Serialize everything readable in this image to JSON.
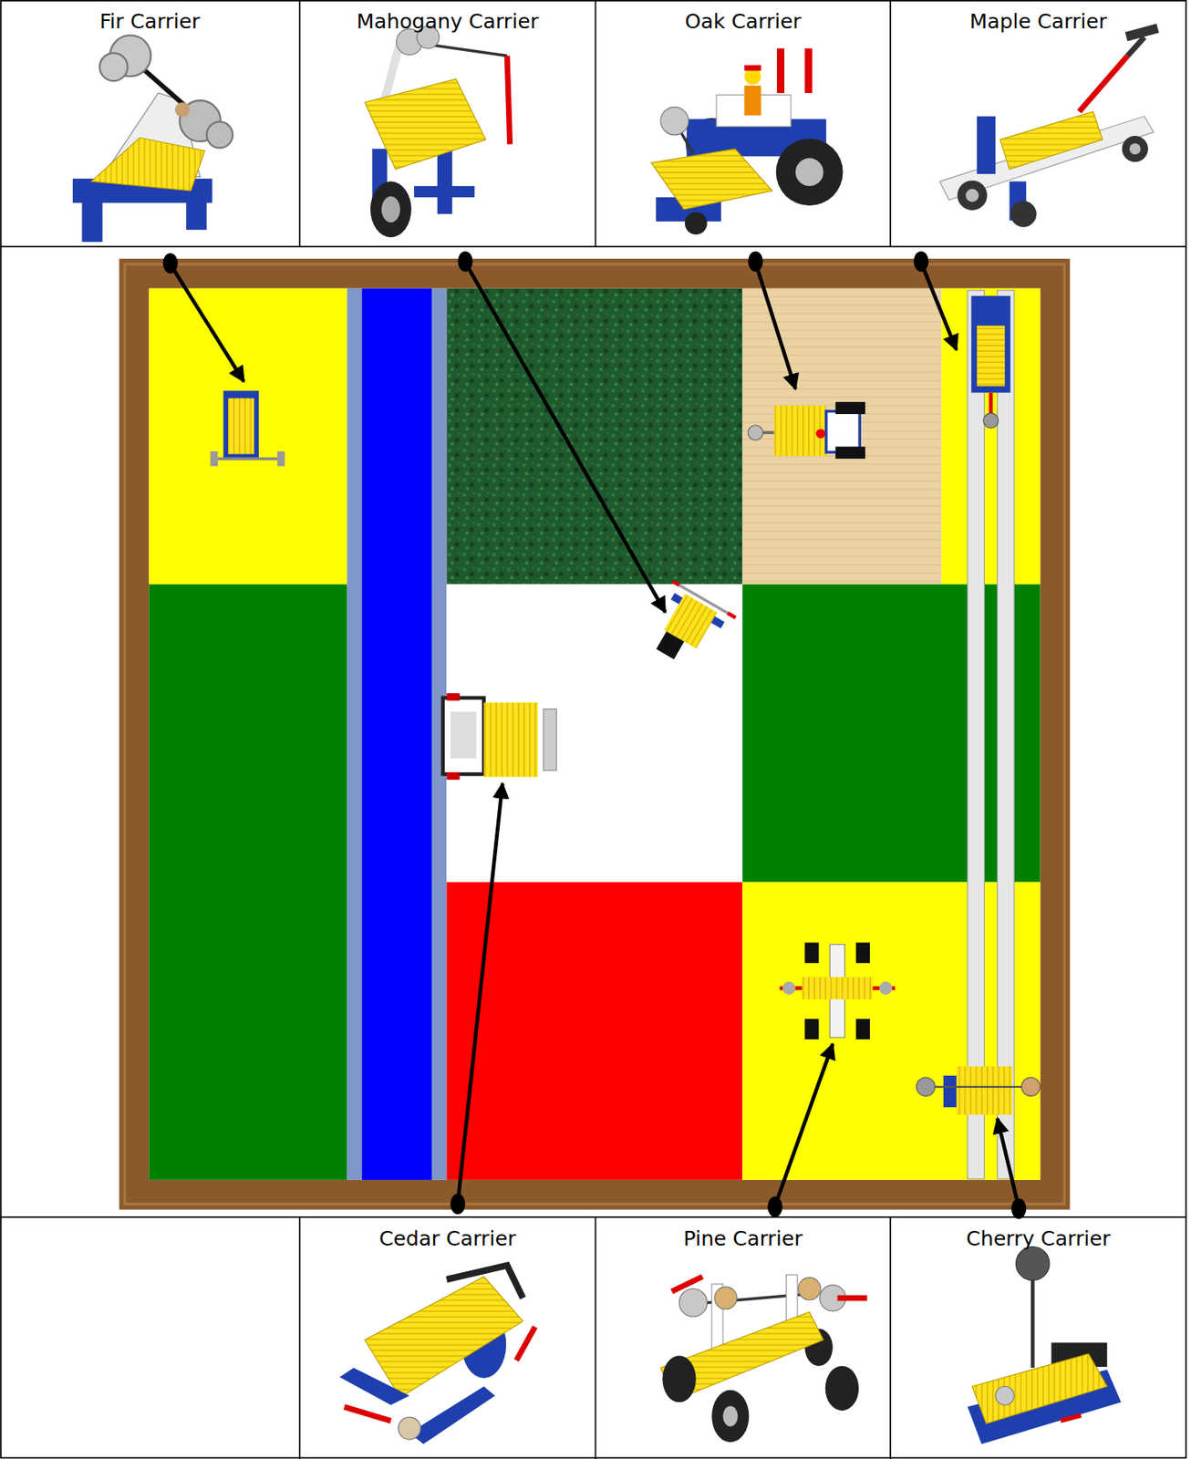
{
  "diagram": {
    "nodes": [
      {
        "text": [
          "Fir Carrier"
        ]
      },
      {
        "text": [
          "Mahogany Carrier"
        ]
      },
      {
        "text": [
          "Oak Carrier"
        ]
      },
      {
        "text": [
          "Maple Carrier"
        ]
      },
      {
        "text": [
          "Cedar Carrier"
        ]
      },
      {
        "text": [
          "Pine Carrier"
        ]
      },
      {
        "text": [
          "Cherry Carrier"
        ]
      }
    ]
  }
}
